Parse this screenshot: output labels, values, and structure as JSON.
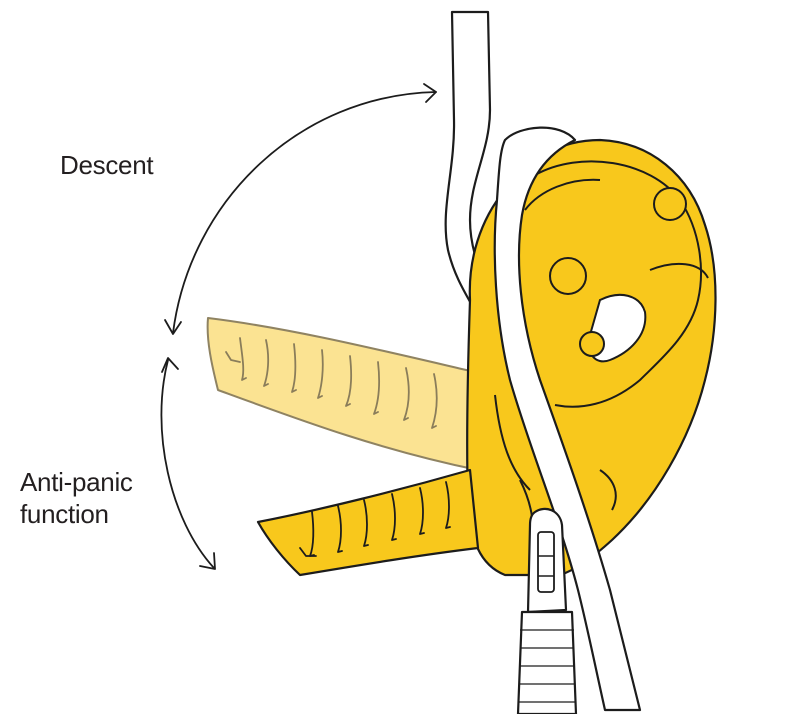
{
  "labels": {
    "descent": "Descent",
    "anti_panic_line1": "Anti-panic",
    "anti_panic_line2": "function"
  },
  "colors": {
    "device_yellow": "#f8c81c",
    "handle_ghost": "#fbe28d",
    "handle_ghost_stroke": "#8a7d5a",
    "outline": "#1c1c1c",
    "rope": "#ffffff",
    "background": "#ffffff"
  },
  "icons": {
    "descent_arrow": "curved-double-arrow",
    "anti_panic_arrow": "curved-double-arrow"
  }
}
